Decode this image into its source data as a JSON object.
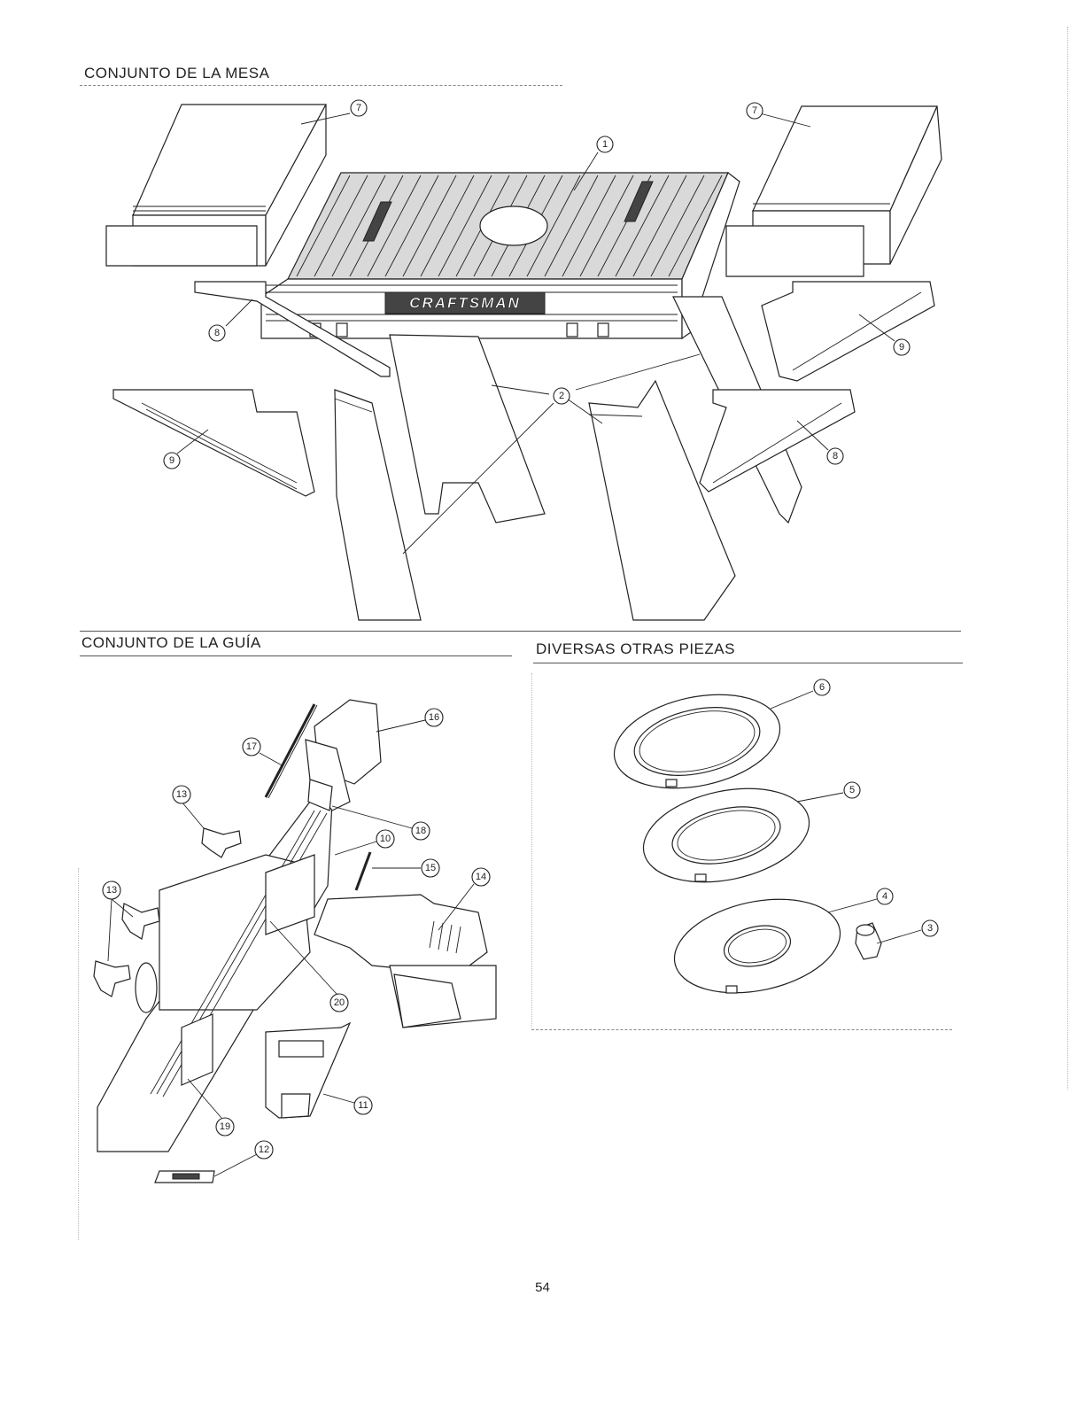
{
  "sections": {
    "table_assembly": "CONJUNTO DE LA MESA",
    "fence_assembly": "CONJUNTO DE LA GUÍA",
    "misc_parts": "DIVERSAS OTRAS PIEZAS"
  },
  "brand": "CRAFTSMAN",
  "page_number": "54",
  "callouts": {
    "c1": "1",
    "c2": "2",
    "c3": "3",
    "c4": "4",
    "c5": "5",
    "c6": "6",
    "c7a": "7",
    "c7b": "7",
    "c8a": "8",
    "c8b": "8",
    "c9a": "9",
    "c9b": "9",
    "c10": "10",
    "c11": "11",
    "c12": "12",
    "c13a": "13",
    "c13b": "13",
    "c14": "14",
    "c15": "15",
    "c16": "16",
    "c17": "17",
    "c18": "18",
    "c19": "19",
    "c20": "20"
  }
}
